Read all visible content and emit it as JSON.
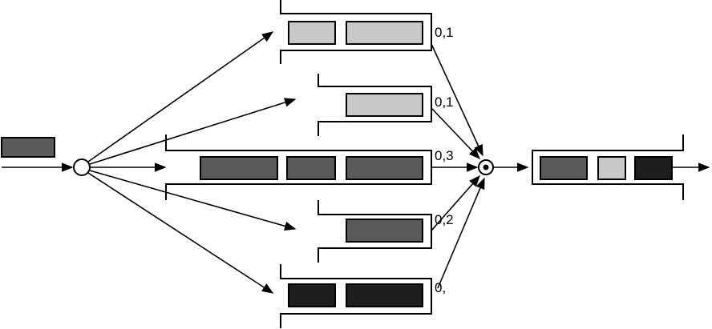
{
  "colors": {
    "light": "#c8c8c8",
    "medium": "#8f8f8f",
    "dark": "#5a5a5a",
    "black": "#1e1e1e"
  },
  "branches": [
    {
      "id": "branch-1",
      "label": "0,1",
      "items": [
        "light",
        "light"
      ]
    },
    {
      "id": "branch-2",
      "label": "0,1",
      "items": [
        "light"
      ]
    },
    {
      "id": "branch-3",
      "label": "0,3",
      "items": [
        "dark",
        "dark",
        "dark"
      ]
    },
    {
      "id": "branch-4",
      "label": "0,2",
      "items": [
        "dark"
      ]
    },
    {
      "id": "branch-5",
      "label": "0,",
      "items": [
        "black",
        "black"
      ]
    }
  ],
  "input": {
    "items": [
      "dark"
    ]
  },
  "output": {
    "items": [
      "dark",
      "light",
      "black"
    ]
  }
}
